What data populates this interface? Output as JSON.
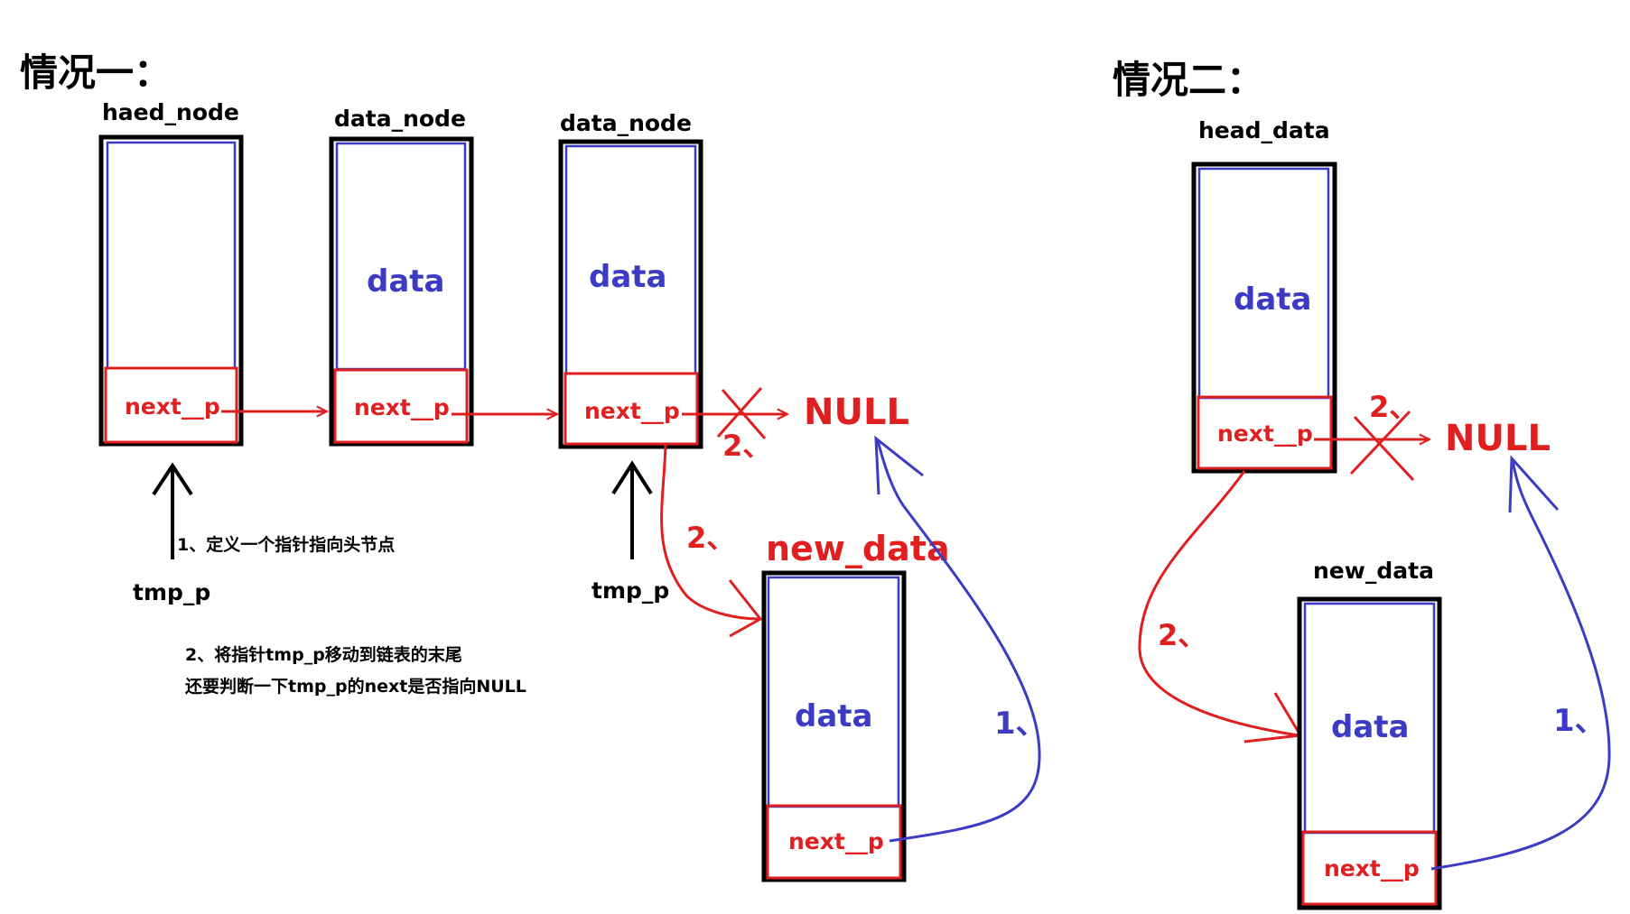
{
  "case1": {
    "title": "情况一：",
    "head_label": "haed_node",
    "node2_label": "data_node",
    "node3_label": "data_node",
    "new_label": "new_data",
    "tmp1": "tmp_p",
    "tmp2": "tmp_p",
    "note1": "1、定义一个指针指向头节点",
    "note2_line1": "2、将指针tmp_p移动到链表的末尾",
    "note2_line2": "还要判断一下tmp_p的next是否指向NULL",
    "null_label": "NULL",
    "step2_a": "2、",
    "step2_b": "2、",
    "step1": "1、"
  },
  "case2": {
    "title": "情况二：",
    "head_label": "head_data",
    "new_label": "new_data",
    "null_label": "NULL",
    "step2_a": "2、",
    "step2_b": "2、",
    "step1": "1、"
  },
  "common": {
    "data_text": "data",
    "next_text": "next__p"
  },
  "colors": {
    "outline": "#000000",
    "data_blue": "#3b3bc4",
    "pointer_red": "#e02020"
  }
}
